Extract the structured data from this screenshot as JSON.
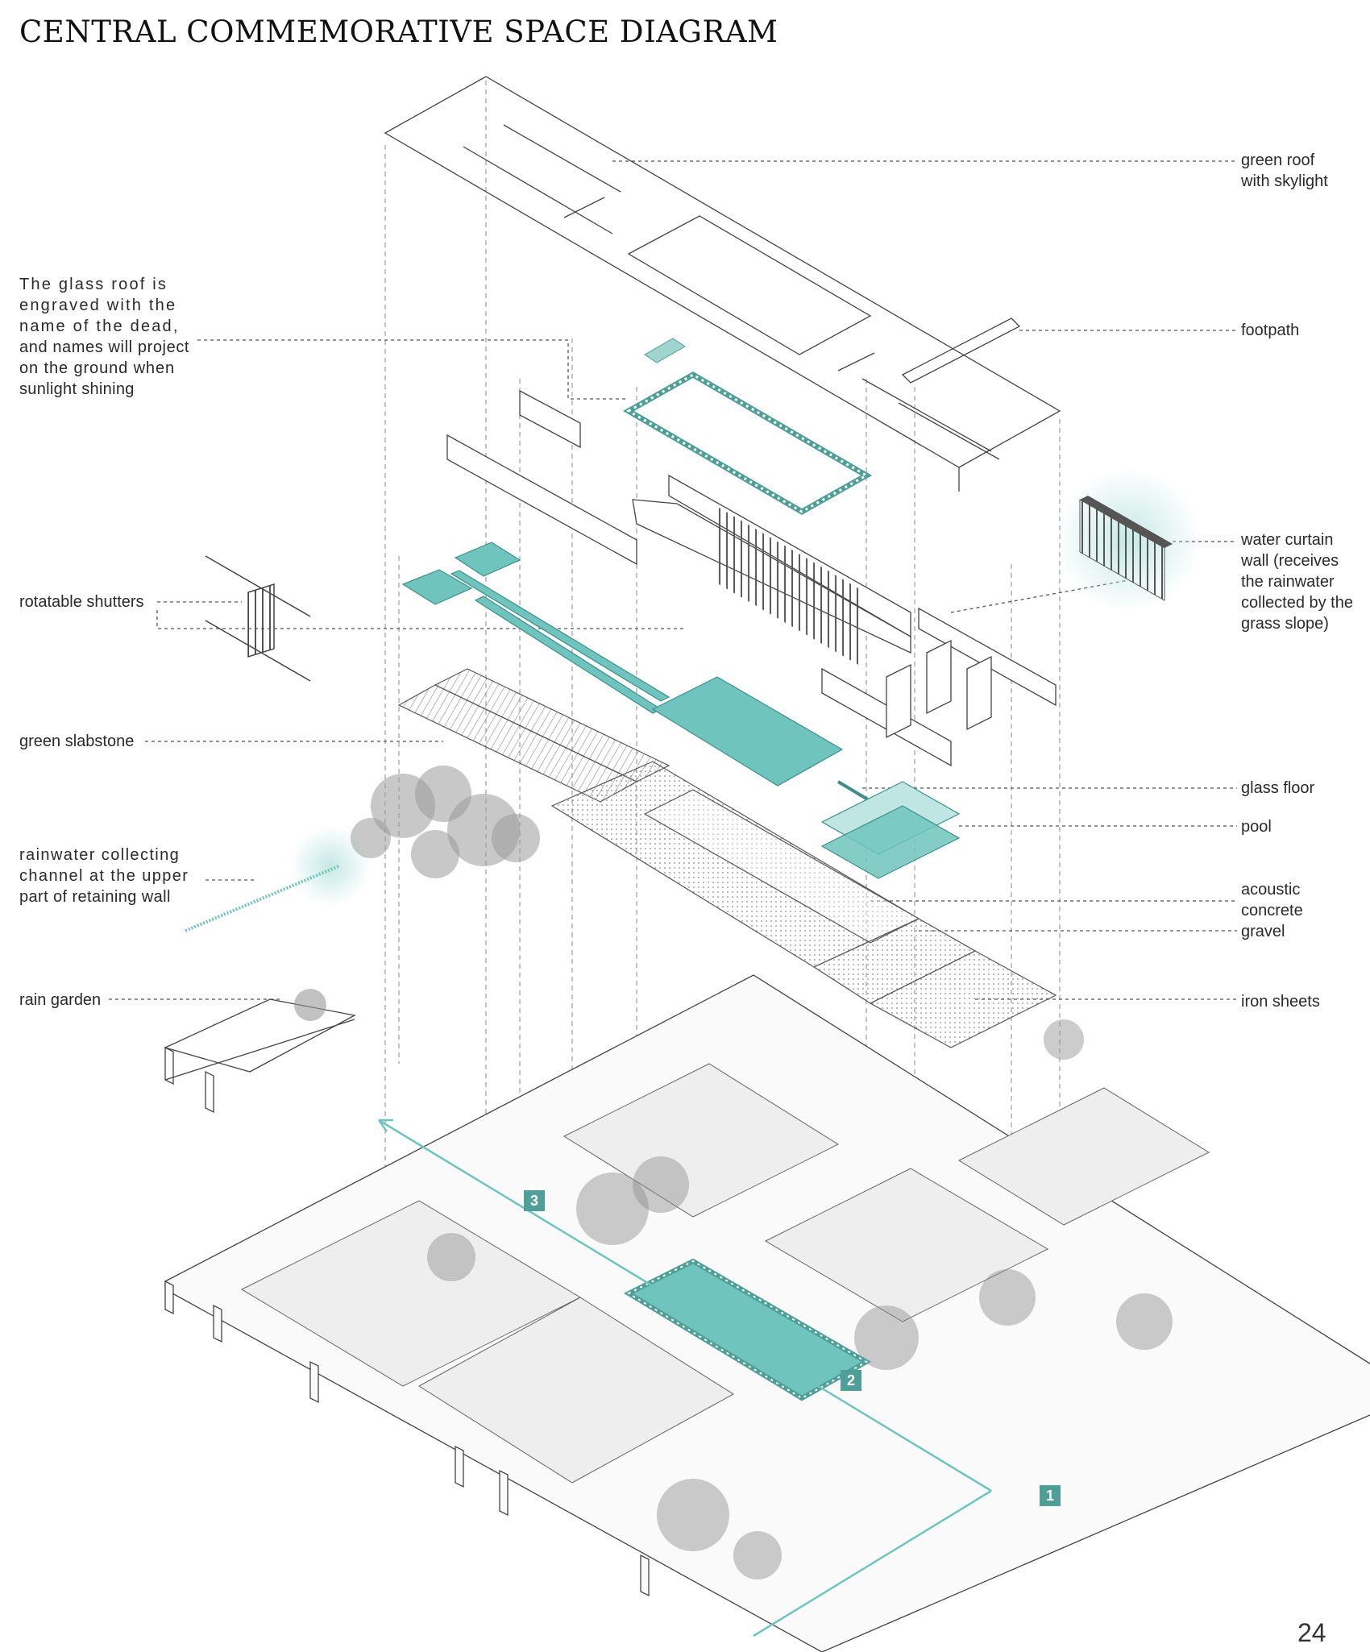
{
  "title": "CENTRAL COMMEMORATIVE SPACE DIAGRAM",
  "page_number": "24",
  "labels_right": {
    "green_roof": [
      "green roof",
      "with skylight"
    ],
    "footpath": [
      "footpath"
    ],
    "water_curtain": [
      "water curtain",
      "wall (receives",
      "the rainwater",
      "collected by the",
      "grass slope)"
    ],
    "glass_floor": [
      "glass floor"
    ],
    "pool": [
      "pool"
    ],
    "acoustic": [
      "acoustic",
      "concrete",
      "gravel"
    ],
    "iron_sheets": [
      "iron sheets"
    ]
  },
  "labels_left": {
    "glass_roof_note": [
      "The glass roof is",
      "engraved with the",
      "name of the dead,",
      "and names will project",
      "on the ground when",
      "sunlight shining"
    ],
    "rotatable_shutters": [
      "rotatable shutters"
    ],
    "green_slabstone": [
      "green slabstone"
    ],
    "rainwater_channel": [
      "rainwater collecting",
      "channel at the upper",
      "part of retaining wall"
    ],
    "rain_garden": [
      "rain garden"
    ]
  },
  "badges": [
    "1",
    "2",
    "3"
  ],
  "colors": {
    "accent": "#6fc4bd",
    "accent_dark": "#4f9f98",
    "line": "#555555"
  }
}
